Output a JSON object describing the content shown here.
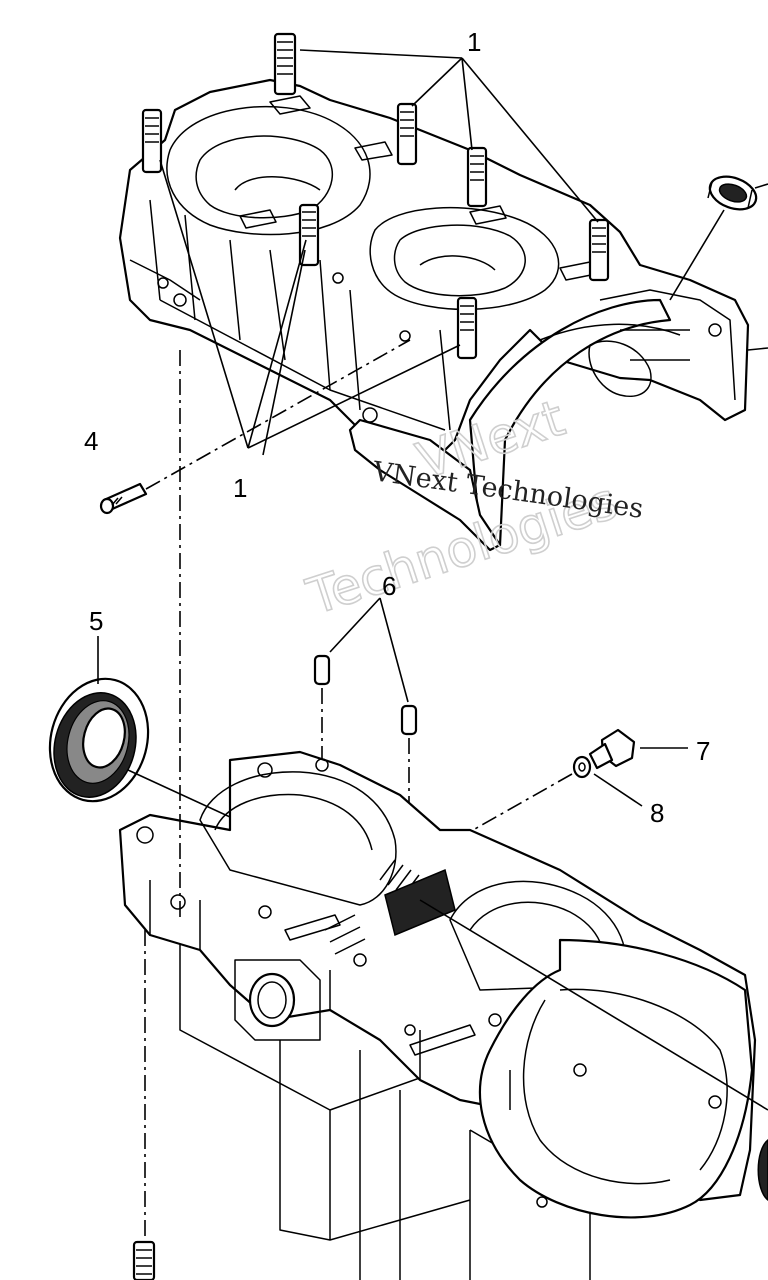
{
  "callouts": {
    "c1_top": "1",
    "c1_bottom": "1",
    "c4": "4",
    "c5": "5",
    "c6": "6",
    "c7": "7",
    "c8": "8"
  },
  "watermark": {
    "line1": "VNext",
    "line2": "Technologies",
    "overlay": "VNext Technologies"
  }
}
